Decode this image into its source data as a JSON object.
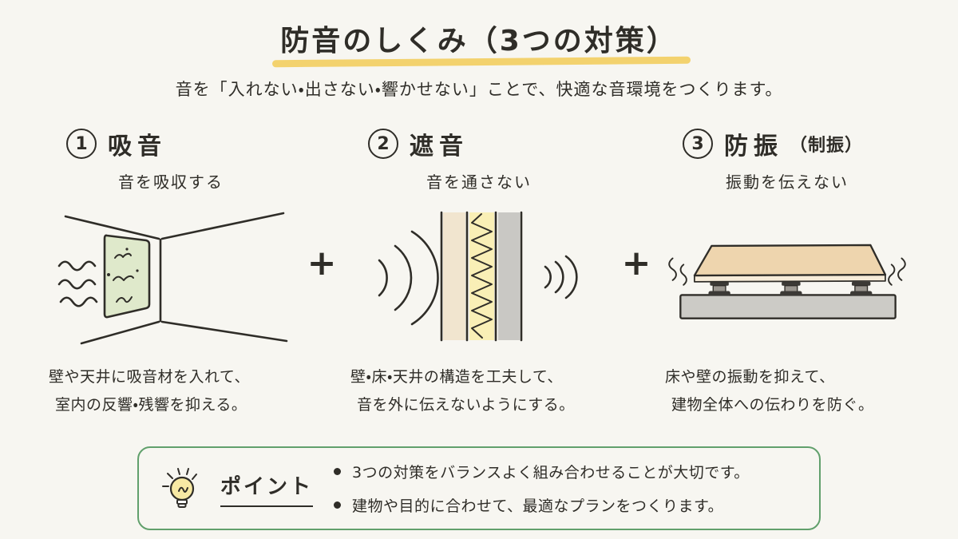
{
  "page": {
    "title": "防音のしくみ（3つの対策）",
    "subtitle": "音を「入れない・出さない・響かせない」ことで、快適な音環境をつくります。",
    "separator": "+"
  },
  "sections": [
    {
      "number": "1",
      "name": "吸音",
      "note": "",
      "tagline": "音を吸収する",
      "caption_line1": "壁や天井に吸音材を入れて、",
      "caption_line2": "室内の反響・残響を抑える。"
    },
    {
      "number": "2",
      "name": "遮音",
      "note": "",
      "tagline": "音を通さない",
      "caption_line1": "壁・床・天井の構造を工夫して、",
      "caption_line2": "音を外に伝えないようにする。"
    },
    {
      "number": "3",
      "name": "防振",
      "note": "（制振）",
      "tagline": "振動を伝えない",
      "caption_line1": "床や壁の振動を抑えて、",
      "caption_line2": "建物全体への伝わりを防ぐ。"
    }
  ],
  "point_box": {
    "label": "ポイント",
    "bullets": [
      "3つの対策をバランスよく組み合わせることが大切です。",
      "建物や目的に合わせて、最適なプランをつくります。"
    ]
  },
  "colors": {
    "accent_yellow": "#f2ce63",
    "panel_green": "#dfe9cb",
    "wall_beige": "#f1e5cf",
    "wall_yellow": "#f9efb6",
    "wall_gray": "#c9c8c4",
    "floor_tan": "#eed5ae",
    "floor_edge": "#f7ecd9",
    "slab_gray": "#cccbc6",
    "box_green": "#61a06c",
    "bulb_yellow": "#f7e9a4"
  }
}
